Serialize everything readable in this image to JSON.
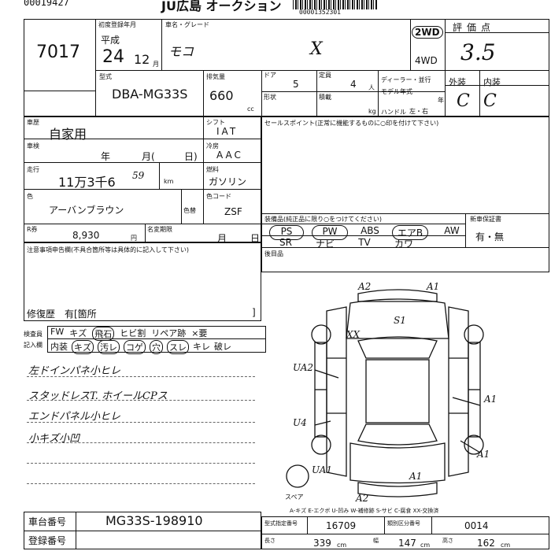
{
  "header": {
    "code": "00019427",
    "auction": "JU広島 オークション",
    "barcode_num": "00001352301"
  },
  "lot": {
    "number": "7017"
  },
  "reg": {
    "label": "初度登録年月",
    "era": "平成",
    "year": "24",
    "month": "12",
    "month_unit": "月"
  },
  "car": {
    "name_label": "車名・グレード",
    "name": "モコ",
    "grade": "X"
  },
  "drive": {
    "two": "2WD",
    "four": "4WD"
  },
  "score": {
    "label": "評価点",
    "value": "3.5",
    "ext_label": "外装",
    "int_label": "内装",
    "ext": "C",
    "int": "C"
  },
  "model": {
    "label": "型式",
    "value": "DBA-MG33S"
  },
  "displacement": {
    "label": "排気量",
    "value": "660",
    "unit": "cc"
  },
  "doors": {
    "label": "ドア",
    "value": "5"
  },
  "seats": {
    "label": "定員",
    "value": "4",
    "unit": "人"
  },
  "misc": {
    "dealer": "ディーラー・並行",
    "model_year": "モデル年式",
    "shape": "形状",
    "load": "積載",
    "kg": "kg",
    "handle": "ハンドル",
    "handle_val": "左・右",
    "year_unit": "年"
  },
  "history": {
    "label": "車歴",
    "value": "自家用"
  },
  "shift": {
    "label": "シフト",
    "value": "IAT"
  },
  "inspection": {
    "label": "車検",
    "year": "年",
    "month": "月(",
    "day": "日)"
  },
  "ac": {
    "label": "冷房",
    "value": "AAC"
  },
  "mileage": {
    "label": "走行",
    "value": "11万3千6",
    "hand": "59",
    "unit": "km"
  },
  "fuel": {
    "label": "燃料",
    "value": "ガソリン"
  },
  "color": {
    "label": "色",
    "value": "アーバンブラウン",
    "paint_label": "色替",
    "code_label": "色コード",
    "code": "ZSF"
  },
  "recycle": {
    "label": "R券",
    "value": "8,930",
    "unit": "円"
  },
  "name_change": {
    "label": "名変期限",
    "month": "月",
    "day": "日"
  },
  "sales_point": {
    "label": "セールスポイント(正常に機能するものに○印を付けて下さい)"
  },
  "equipment": {
    "label": "装備品(純正品に限り○をつけてください)",
    "row1": [
      "PS",
      "PW",
      "ABS",
      "エアB",
      "AW"
    ],
    "row2": [
      "SR",
      "ナビ",
      "TV",
      "カワ",
      ""
    ]
  },
  "new_warranty": {
    "label": "新車保証書",
    "value": "有・無"
  },
  "rear_storage": {
    "label": "後目品"
  },
  "notes": {
    "label": "注意事項申告欄(不具合箇所等は具体的に記入して下さい)"
  },
  "repair": {
    "label": "修復歴",
    "value": "有[箇所",
    "close": "]"
  },
  "checks": {
    "label1": "検査員",
    "label2": "記入欄",
    "row1": [
      "FW",
      "キズ",
      "飛石",
      "ヒビ割",
      "リペア跡",
      "×要"
    ],
    "row2": [
      "内装",
      "キズ",
      "汚レ",
      "コゲ",
      "穴",
      "スレ",
      "キレ",
      "破レ"
    ]
  },
  "handwritten": [
    "左ドインパネ小ヒレ",
    "スタッドレスT. ホイールCPス",
    "エンドパネル小ヒレ",
    "小キズ小凹"
  ],
  "diagram": {
    "marks": [
      "A2",
      "A1",
      "S1",
      "XX",
      "UA2",
      "A1",
      "U4",
      "A1",
      "UA1",
      "A1",
      "A2"
    ],
    "extra": "スペア"
  },
  "legend": {
    "text": "A-キズ E-エクボ U-凹み W-補修跡 S-サビ C-腐食 XX-交換済"
  },
  "chassis": {
    "label": "車台番号",
    "value": "MG33S-198910"
  },
  "registration": {
    "label": "登録番号"
  },
  "specs": {
    "model_class_label": "型式指定番号",
    "model_class": "16709",
    "category_label": "類別区分番号",
    "category": "0014",
    "length_label": "長さ",
    "length": "339",
    "width_label": "幅",
    "width": "147",
    "height_label": "高さ",
    "height": "162",
    "unit": "cm"
  }
}
